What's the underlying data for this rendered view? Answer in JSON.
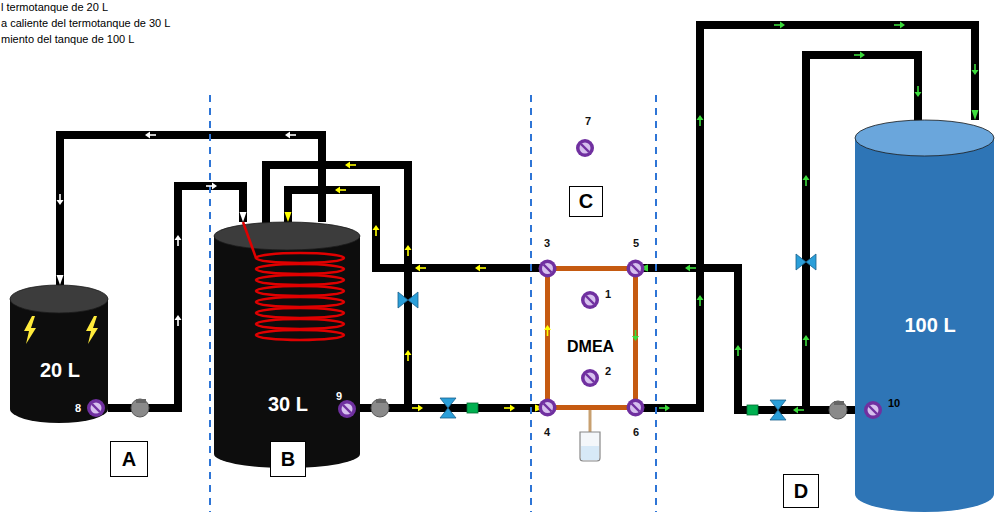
{
  "diagram": {
    "nodes": [
      {
        "text": [
          "20 L"
        ]
      },
      {
        "text": [
          "30 L"
        ]
      },
      {
        "text": [
          "DMEA"
        ]
      },
      {
        "text": [
          "100 L"
        ]
      },
      {
        "text": [
          "A"
        ]
      },
      {
        "text": [
          "B"
        ]
      },
      {
        "text": [
          "C"
        ]
      },
      {
        "text": [
          "D"
        ]
      }
    ],
    "edges": [
      {
        "from": 0,
        "to": 1,
        "arrow": "to"
      },
      {
        "from": 1,
        "to": 0,
        "arrow": "to"
      },
      {
        "from": 1,
        "to": 2,
        "arrow": "to"
      },
      {
        "from": 2,
        "to": 1,
        "arrow": "to"
      },
      {
        "from": 2,
        "to": 3,
        "arrow": "to"
      },
      {
        "from": 3,
        "to": 2,
        "arrow": "to"
      }
    ],
    "labels": [
      "l termotanque de 20 L",
      "a caliente del termotanque de 30 L",
      "miento del tanque de 100 L",
      "7",
      "3",
      "5",
      "1",
      "2",
      "4",
      "6",
      "8",
      "9",
      "10"
    ]
  }
}
